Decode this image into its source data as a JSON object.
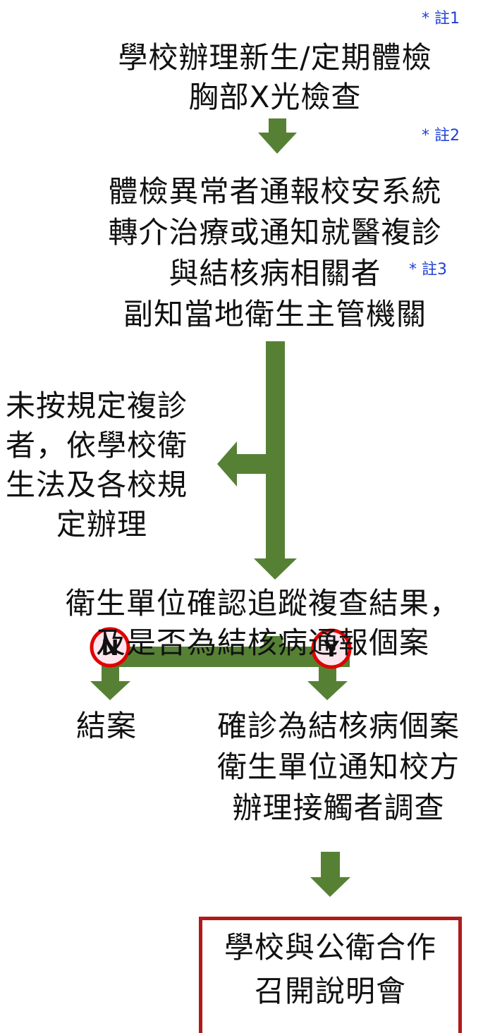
{
  "notes": {
    "n1": "* 註1",
    "n2": "* 註2",
    "n3": "* 註3"
  },
  "step1": {
    "line1": "學校辦理新生/定期體檢",
    "line2": "胸部X光檢查"
  },
  "step2": {
    "line1": "體檢異常者通報校安系統",
    "line2": "轉介治療或通知就醫複診",
    "line3": "與結核病相關者",
    "line4": "副知當地衛生主管機關"
  },
  "side": {
    "line1": "未按規定複診",
    "line2": "者，依學校衛",
    "line3": "生法及各校規",
    "line4": "定辦理"
  },
  "step3": {
    "line1": "衛生單位確認追蹤複查結果，",
    "line2": "及是否為結核病通報個案"
  },
  "branch": {
    "no": "N",
    "yes": "Y"
  },
  "no_result": "結案",
  "yes_result": {
    "line1": "確診為結核病個案",
    "line2": "衛生單位通知校方",
    "line3": "辦理接觸者調查"
  },
  "final": {
    "line1": "學校與公衛合作",
    "line2": "召開說明會"
  },
  "colors": {
    "arrow": "#568135",
    "badge_border": "#e00000",
    "badge_fill": "#ffe6ee",
    "note": "#1f3fd6",
    "box_border": "#b01a1a"
  }
}
